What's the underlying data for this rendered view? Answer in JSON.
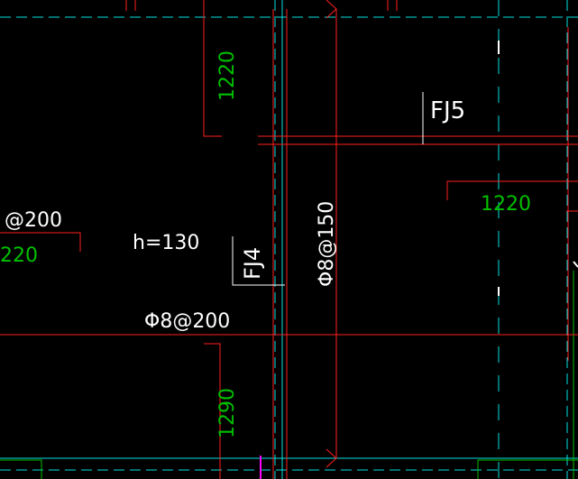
{
  "colors": {
    "background": "#000000",
    "red": "#ff2020",
    "white": "#ffffff",
    "green": "#00c000",
    "cyan": "#00e0e0",
    "magenta": "#ff00ff"
  },
  "labels": {
    "fj5": "FJ5",
    "fj4": "FJ4",
    "dim_1220_top": "1220",
    "dim_1220_right": "1220",
    "dim_1220_left": "220",
    "dim_1290": "1290",
    "thickness": "h=130",
    "rebar_200_left": "@200",
    "rebar_8_200": "Φ8@200",
    "rebar_8_150": "Φ8@150"
  }
}
